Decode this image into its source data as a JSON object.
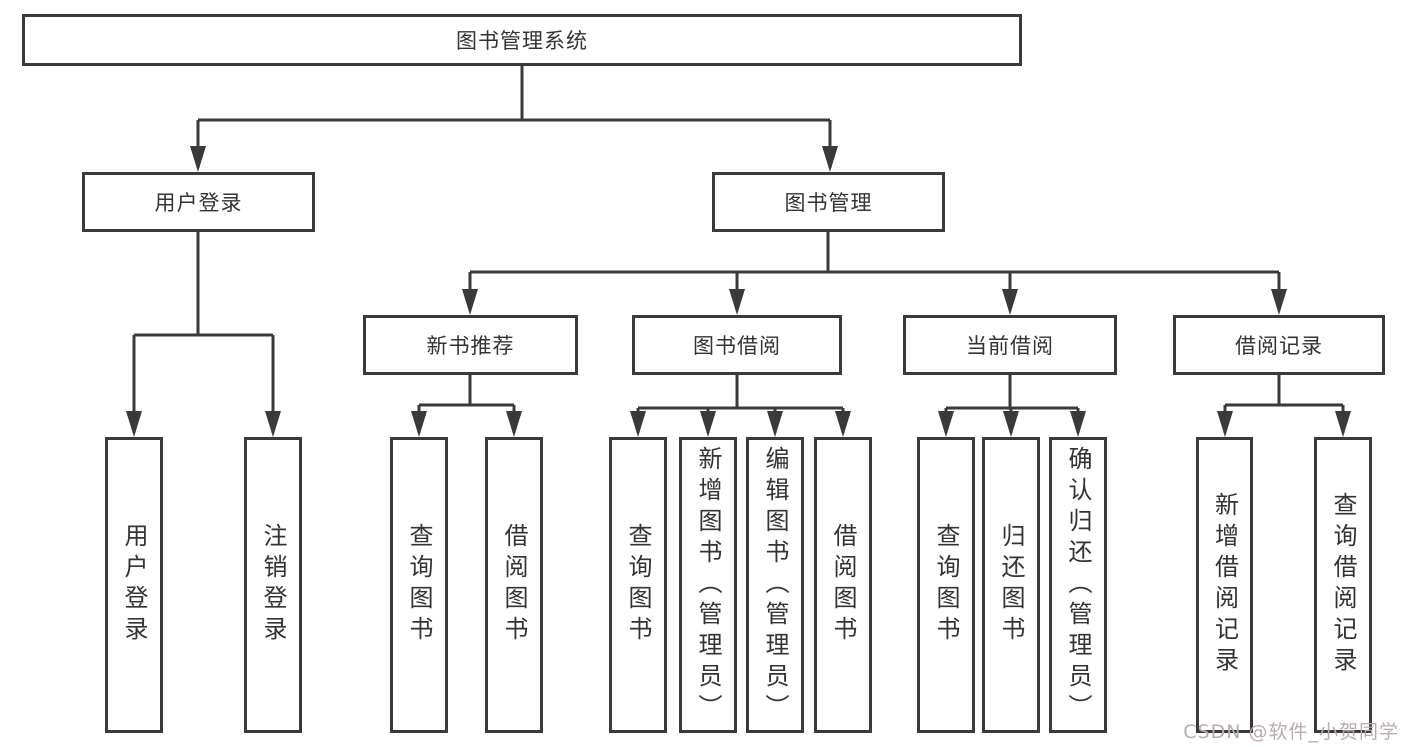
{
  "diagram": {
    "root": {
      "label": "图书管理系统"
    },
    "children": [
      {
        "label": "用户登录",
        "children": [
          {
            "label": "用户登录"
          },
          {
            "label": "注销登录"
          }
        ]
      },
      {
        "label": "图书管理",
        "children": [
          {
            "label": "新书推荐",
            "children": [
              {
                "label": "查询图书"
              },
              {
                "label": "借阅图书"
              }
            ]
          },
          {
            "label": "图书借阅",
            "children": [
              {
                "label": "查询图书"
              },
              {
                "label": "新增图书（管理员）"
              },
              {
                "label": "编辑图书（管理员）"
              },
              {
                "label": "借阅图书"
              }
            ]
          },
          {
            "label": "当前借阅",
            "children": [
              {
                "label": "查询图书"
              },
              {
                "label": "归还图书"
              },
              {
                "label": "确认归还（管理员）"
              }
            ]
          },
          {
            "label": "借阅记录",
            "children": [
              {
                "label": "新增借阅记录"
              },
              {
                "label": "查询借阅记录"
              }
            ]
          }
        ]
      }
    ]
  },
  "watermark": {
    "text": "CSDN @软件_小贺同学",
    "color": "#b9abab"
  },
  "style_tokens": {
    "line_color": "#3a3a3a",
    "text_color": "#333333",
    "background": "#ffffff"
  }
}
